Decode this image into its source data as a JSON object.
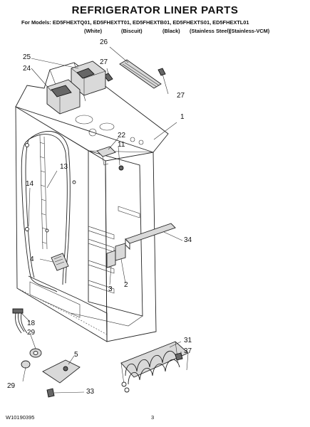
{
  "header": {
    "title": "REFRIGERATOR LINER PARTS",
    "models": "For Models: ED5FHEXTQ01, ED5FHEXTT01, ED5FHEXTB01, ED5FHEXTS01, ED5FHEXTL01",
    "variants": [
      "(White)",
      "(Biscuit)",
      "(Black)",
      "(Stainless Steel)",
      "(Stainless-VCM)"
    ]
  },
  "callouts": {
    "c26": "26",
    "c27a": "27",
    "c27b": "27",
    "c25": "25",
    "c24": "24",
    "c1": "1",
    "c22": "22",
    "c11": "11",
    "c13": "13",
    "c14": "14",
    "c34": "34",
    "c4": "4",
    "c3": "3",
    "c2": "2",
    "c18": "18",
    "c29a": "29",
    "c5": "5",
    "c29b": "29",
    "c33": "33",
    "c31": "31",
    "c37": "37"
  },
  "footer": {
    "code": "W10190395",
    "page": "3"
  }
}
